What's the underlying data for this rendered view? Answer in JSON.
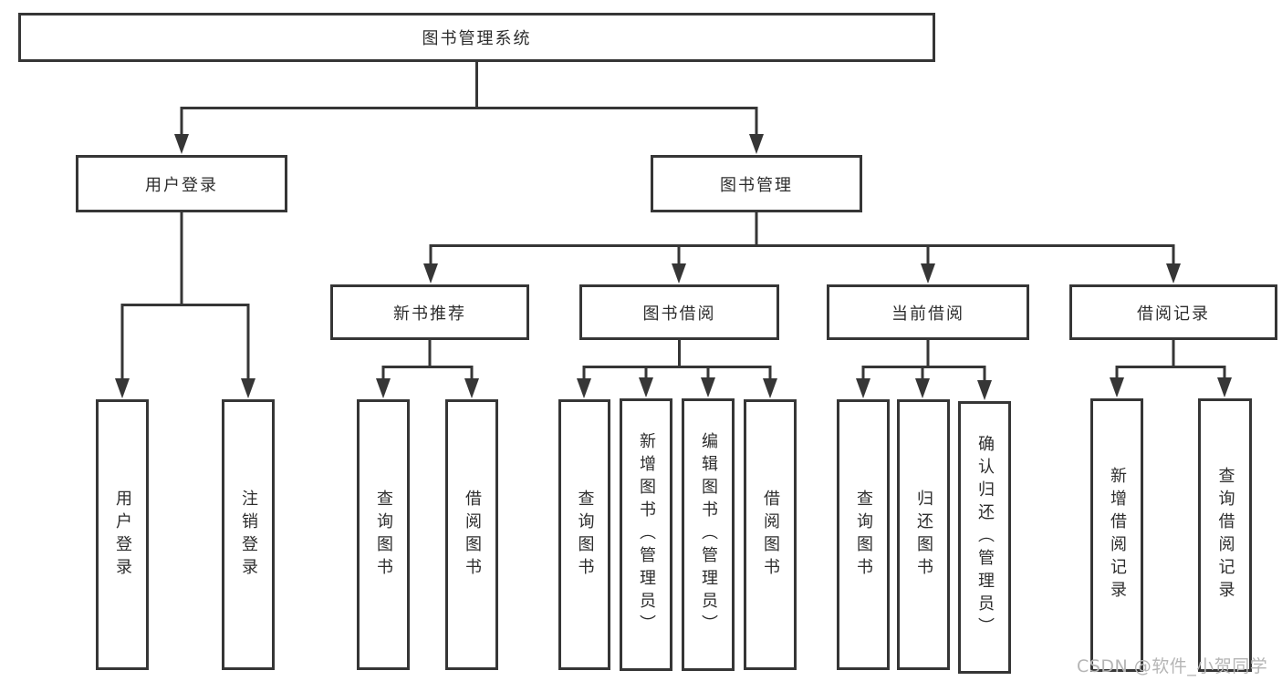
{
  "tree": {
    "root": {
      "label": "图书管理系统",
      "children": [
        {
          "label": "用户登录",
          "children": [
            {
              "label": "用户登录"
            },
            {
              "label": "注销登录"
            }
          ]
        },
        {
          "label": "图书管理",
          "children": [
            {
              "label": "新书推荐",
              "children": [
                {
                  "label": "查询图书"
                },
                {
                  "label": "借阅图书"
                }
              ]
            },
            {
              "label": "图书借阅",
              "children": [
                {
                  "label": "查询图书"
                },
                {
                  "label": "新增图书（管理员）"
                },
                {
                  "label": "编辑图书（管理员）"
                },
                {
                  "label": "借阅图书"
                }
              ]
            },
            {
              "label": "当前借阅",
              "children": [
                {
                  "label": "查询图书"
                },
                {
                  "label": "归还图书"
                },
                {
                  "label": "确认归还（管理员）"
                }
              ]
            },
            {
              "label": "借阅记录",
              "children": [
                {
                  "label": "新增借阅记录"
                },
                {
                  "label": "查询借阅记录"
                }
              ]
            }
          ]
        }
      ]
    }
  },
  "watermark": {
    "text": "CSDN @软件_小贺同学"
  },
  "colors": {
    "line": "#363636",
    "box_border": "#363636",
    "text": "#2d2d2d",
    "watermark": "#b5b5b5",
    "background": "#ffffff"
  }
}
